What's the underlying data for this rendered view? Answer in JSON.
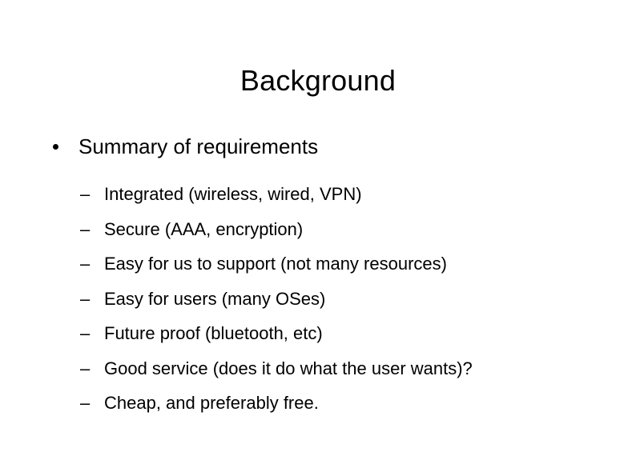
{
  "slide": {
    "title": "Background",
    "background_color": "#ffffff",
    "text_color": "#000000",
    "body": {
      "level1": [
        {
          "bullet_glyph": "•",
          "text": "Summary of requirements",
          "level2": [
            {
              "bullet_glyph": "–",
              "text": "Integrated (wireless, wired, VPN)"
            },
            {
              "bullet_glyph": "–",
              "text": "Secure (AAA, encryption)"
            },
            {
              "bullet_glyph": "–",
              "text": "Easy for us to support (not many resources)"
            },
            {
              "bullet_glyph": "–",
              "text": "Easy for users (many OSes)"
            },
            {
              "bullet_glyph": "–",
              "text": "Future proof (bluetooth, etc)"
            },
            {
              "bullet_glyph": "–",
              "text": "Good service (does it do what the user wants)?"
            },
            {
              "bullet_glyph": "–",
              "text": "Cheap, and preferably free."
            }
          ]
        }
      ]
    }
  }
}
